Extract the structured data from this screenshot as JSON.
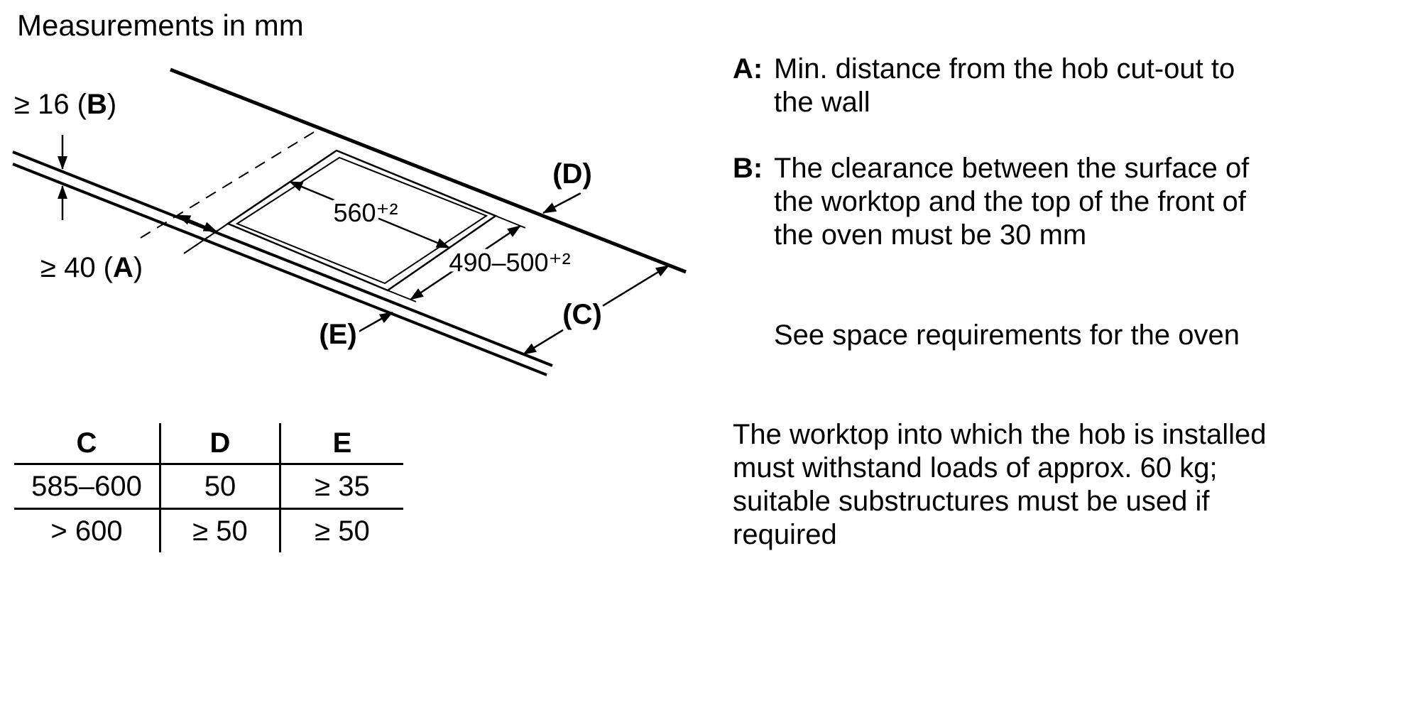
{
  "title": "Measurements in mm",
  "colors": {
    "ink": "#000000",
    "background": "#ffffff"
  },
  "diagram": {
    "thickness_dim": {
      "prefix": "≥ 16 (",
      "letter": "B",
      "suffix": ")"
    },
    "wall_dim": {
      "prefix": "≥ 40 (",
      "letter": "A",
      "suffix": ")"
    },
    "width_dim": "560⁺²",
    "depth_dim": "490–500⁺²",
    "label_d": "(D)",
    "label_c": "(C)",
    "label_e": "(E)"
  },
  "table": {
    "headers": [
      "C",
      "D",
      "E"
    ],
    "rows": [
      [
        "585–600",
        "50",
        "≥ 35"
      ],
      [
        "> 600",
        "≥ 50",
        "≥ 50"
      ]
    ]
  },
  "legend": {
    "items": [
      {
        "label": "A:",
        "text": "Min. distance from the hob cut-out to\nthe wall"
      },
      {
        "label": "B:",
        "text": "The clearance between the surface of\nthe worktop and the top of the front of\nthe oven must be 30 mm"
      }
    ],
    "note": "See space requirements for the oven",
    "paragraph": "The worktop into which the hob is installed\nmust withstand loads of approx. 60 kg;\nsuitable substructures must be used if\nrequired"
  }
}
